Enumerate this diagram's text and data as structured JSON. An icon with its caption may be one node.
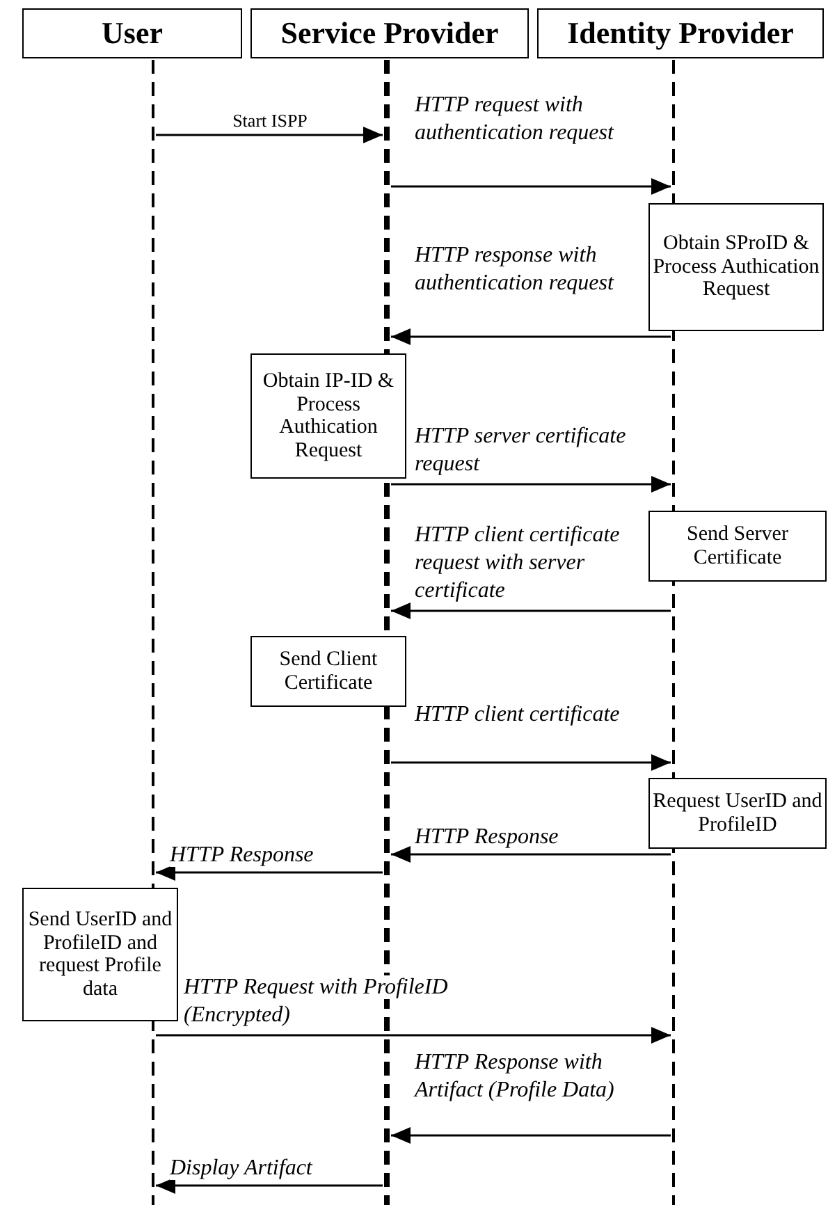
{
  "diagram": {
    "nodes": [
      {
        "text": [
          "User"
        ]
      },
      {
        "text": [
          "Service Provider"
        ]
      },
      {
        "text": [
          "Identity Provider"
        ]
      },
      {
        "text": [],
        "shape": "line"
      },
      {
        "text": [],
        "shape": "line"
      },
      {
        "text": [],
        "shape": "line"
      },
      {
        "text": [
          "Obtain SProID & Process Authication Request"
        ]
      },
      {
        "text": [
          "Obtain IP-ID & Process Authication Request"
        ]
      },
      {
        "text": [
          "Send Server Certificate"
        ]
      },
      {
        "text": [
          "Send Client Certificate"
        ]
      },
      {
        "text": [
          "Request UserID and ProfileID"
        ]
      },
      {
        "text": [
          "Send UserID and ProfileID and request Profile data"
        ]
      }
    ],
    "edges": [
      {
        "from": 3,
        "to": 4,
        "arrow": "to",
        "label": "Start ISPP"
      },
      {
        "from": 4,
        "to": 5,
        "arrow": "to",
        "label": "HTTP request with authentication request"
      },
      {
        "from": 5,
        "to": 4,
        "arrow": "to",
        "label": "HTTP response with authentication request"
      },
      {
        "from": 4,
        "to": 5,
        "arrow": "to",
        "label": "HTTP server certificate request"
      },
      {
        "from": 5,
        "to": 4,
        "arrow": "to",
        "label": "HTTP client certificate request with server certificate"
      },
      {
        "from": 4,
        "to": 5,
        "arrow": "to",
        "label": "HTTP client certificate"
      },
      {
        "from": 5,
        "to": 4,
        "arrow": "to",
        "label": "HTTP Response"
      },
      {
        "from": 4,
        "to": 3,
        "arrow": "to",
        "label": "HTTP Response"
      },
      {
        "from": 3,
        "to": 5,
        "arrow": "to",
        "label": "HTTP Request with ProfileID (Encrypted)"
      },
      {
        "from": 5,
        "to": 4,
        "arrow": "to",
        "label": "HTTP Response with Artifact (Profile Data)"
      },
      {
        "from": 4,
        "to": 3,
        "arrow": "to",
        "label": "Display Artifact"
      }
    ]
  }
}
